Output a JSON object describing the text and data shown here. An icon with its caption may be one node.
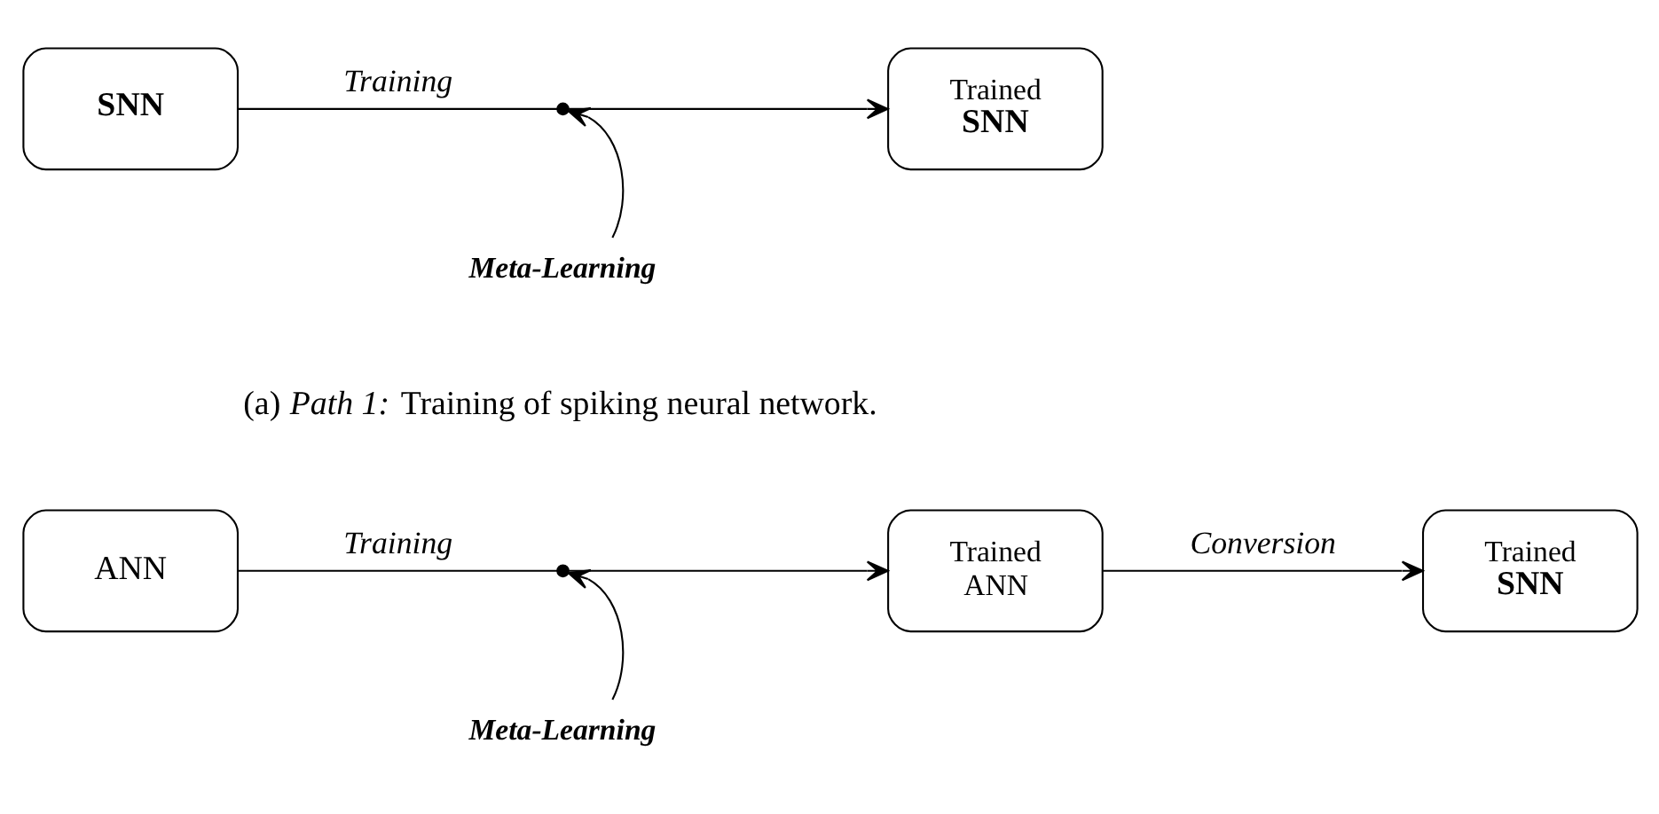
{
  "diagram": {
    "nodes": [
      {
        "text": [
          "SNN"
        ]
      },
      {
        "text": [
          "Trained",
          "SNN"
        ]
      },
      {
        "text": [
          "Meta-Learning"
        ]
      },
      {
        "text": [],
        "shape": "circle"
      },
      {
        "text": [
          "ANN"
        ]
      },
      {
        "text": [
          "Trained",
          "ANN"
        ]
      },
      {
        "text": [
          "Trained",
          "SNN"
        ]
      },
      {
        "text": [
          "Meta-Learning"
        ]
      },
      {
        "text": [],
        "shape": "circle"
      }
    ],
    "edges": [
      {
        "from": 0,
        "to": 3,
        "arrow": "none",
        "label": "Training"
      },
      {
        "from": 3,
        "to": 1,
        "arrow": "to"
      },
      {
        "from": 2,
        "to": 3,
        "arrow": "to"
      },
      {
        "from": 4,
        "to": 8,
        "arrow": "none",
        "label": "Training"
      },
      {
        "from": 8,
        "to": 5,
        "arrow": "to"
      },
      {
        "from": 7,
        "to": 8,
        "arrow": "to"
      },
      {
        "from": 5,
        "to": 6,
        "arrow": "to",
        "label": "Conversion"
      }
    ],
    "labels": [
      "(a) *Path 1:* Training of spiking neural network."
    ]
  }
}
